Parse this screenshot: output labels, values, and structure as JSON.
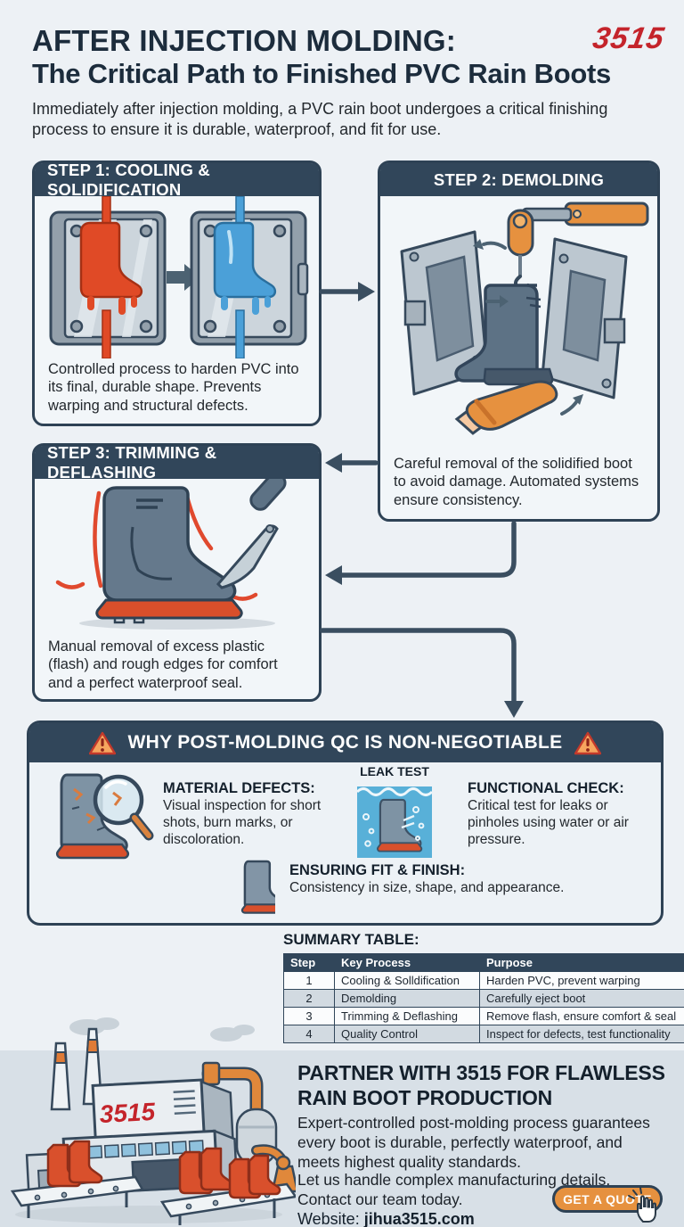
{
  "page": {
    "logo": "3515",
    "title_line1": "AFTER INJECTION MOLDING:",
    "title_line2": "The Critical Path to Finished PVC Rain Boots",
    "subtitle": "Immediately after injection molding, a PVC rain boot undergoes a critical finishing process to ensure it is durable, waterproof, and fit for use."
  },
  "steps": [
    {
      "title": "STEP 1: COOLING & SOLIDIFICATION",
      "description": "Controlled process to harden PVC into its final, durable shape. Prevents warping and structural defects."
    },
    {
      "title": "STEP 2: DEMOLDING",
      "description": "Careful removal of the solidified boot to avoid damage. Automated systems ensure consistency."
    },
    {
      "title": "STEP 3: TRIMMING & DEFLASHING",
      "description": "Manual removal of excess plastic (flash) and rough edges for comfort and a perfect waterproof seal."
    }
  ],
  "qc": {
    "title": "WHY POST-MOLDING QC IS NON-NEGOTIABLE",
    "leak_test_label": "LEAK TEST",
    "items": [
      {
        "heading": "MATERIAL DEFECTS:",
        "text": "Visual inspection for short shots, burn marks, or discoloration."
      },
      {
        "heading": "FUNCTIONAL CHECK:",
        "text": "Critical test for leaks or pinholes using water or air pressure."
      },
      {
        "heading": "ENSURING FIT & FINISH:",
        "text": "Consistency in size, shape, and appearance."
      }
    ]
  },
  "summary_table": {
    "title": "SUMMARY TABLE:",
    "columns": [
      "Step",
      "Key Process",
      "Purpose"
    ],
    "rows": [
      [
        "1",
        "Cooling & Solldification",
        "Harden PVC, prevent warping"
      ],
      [
        "2",
        "Demolding",
        "Carefully eject boot"
      ],
      [
        "3",
        "Trimming & Deflashing",
        "Remove flash, ensure comfort & seal"
      ],
      [
        "4",
        "Quality Control",
        "Inspect for defects, test functionality"
      ]
    ]
  },
  "footer": {
    "heading_line1": "PARTNER WITH 3515 FOR FLAWLESS",
    "heading_line2": "RAIN BOOT PRODUCTION",
    "para1": "Expert-controlled post-molding process guarantees every boot is durable, perfectly waterproof, and meets highest quality standards.",
    "para2_line1": "Let us handle complex manufacturing details.",
    "para2_line2": "Contact our team today.",
    "website_label": "Website:",
    "website": "jihua3515.com",
    "cta": "GET A QUOTE",
    "factory_sign": "3515"
  },
  "colors": {
    "background": "#edf1f5",
    "footer_background": "#d8e0e7",
    "header_bar": "#31465a",
    "card_background": "#f2f6f9",
    "border_navy": "#2e4255",
    "arrow": "#3a4e60",
    "logo_red": "#c4242b",
    "hot_boot_red": "#e04a26",
    "cooled_boot_blue": "#4ba0d8",
    "boot_gray": "#5d7285",
    "sole_red": "#d94f2b",
    "accent_orange": "#e6913f",
    "leak_water_blue": "#58b0d8",
    "table_stripe": "#d2dae1"
  }
}
